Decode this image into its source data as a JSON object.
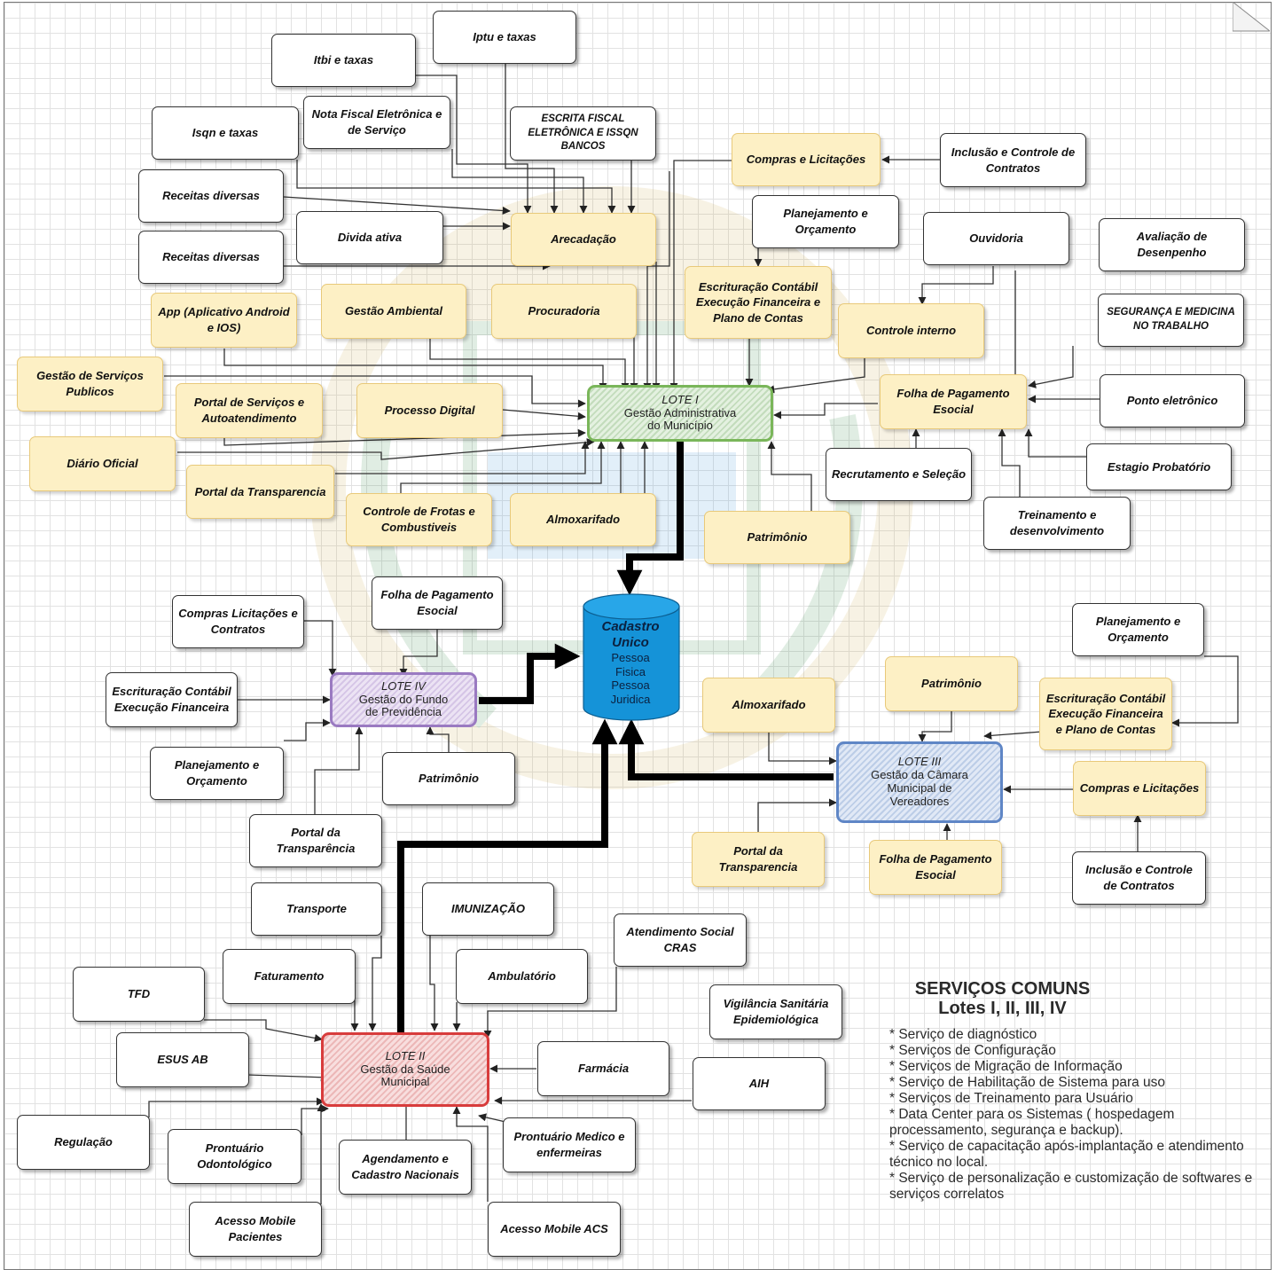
{
  "lotes": {
    "l1": {
      "title": "LOTE I",
      "sub1": "Gestão Administrativa",
      "sub2": "do Município"
    },
    "l2": {
      "title": "LOTE II",
      "sub1": "Gestão da Saúde",
      "sub2": "Municipal"
    },
    "l3": {
      "title": "LOTE III",
      "sub1": "Gestão da Câmara",
      "sub2": "Municipal de",
      "sub3": "Vereadores"
    },
    "l4": {
      "title": "LOTE IV",
      "sub1": "Gestão do Fundo",
      "sub2": "de Previdência"
    }
  },
  "cadastro": {
    "title1": "Cadastro",
    "title2": "Unico",
    "line1": "Pessoa",
    "line2": "Fisica",
    "line3": "Pessoa",
    "line4": "Juridica"
  },
  "nodes": {
    "iptu": "Iptu e taxas",
    "itbi": "Itbi e taxas",
    "nota_fiscal": "Nota Fiscal Eletrônica e de Serviço",
    "isqn": "Isqn e taxas",
    "escrita_fiscal": "ESCRITA FISCAL ELETRÔNICA E ISSQN BANCOS",
    "receitas1": "Receitas diversas",
    "receitas2": "Receitas diversas",
    "divida": "Divida ativa",
    "arrecadacao": "Arecadação",
    "compras_lic1": "Compras e Licitações",
    "inclusao1": "Inclusão e Controle de Contratos",
    "planejamento1": "Planejamento e Orçamento",
    "ouvidoria": "Ouvidoria",
    "avaliacao": "Avaliação de Desenpenho",
    "escrituracao1": "Escrituração Contábil Execução Financeira e Plano de Contas",
    "app": "App (Aplicativo Android e IOS)",
    "gestao_amb": "Gestão Ambiental",
    "procuradoria": "Procuradoria",
    "controle_int": "Controle interno",
    "seguranca": "SEGURANÇA E MEDICINA NO TRABALHO",
    "gestao_serv": "Gestão de Serviços Publicos",
    "portal_serv": "Portal de Serviços e Autoatendimento",
    "processo_dig": "Processo Digital",
    "folha1": "Folha de Pagamento Esocial",
    "ponto": "Ponto eletrônico",
    "diario": "Diário Oficial",
    "recrutamento": "Recrutamento e Seleção",
    "estagio": "Estagio Probatório",
    "portal_transp1": "Portal da Transparencia",
    "frotas": "Controle de Frotas e Combustiveis",
    "almox1": "Almoxarifado",
    "patrimonio1": "Patrimônio",
    "treinamento": "Treinamento e desenvolvimento",
    "compras_lic_contr": "Compras Licitações e Contratos",
    "folha4": "Folha de Pagamento Esocial",
    "escrituracao4": "Escrituração Contábil Execução Financeira",
    "planejamento4": "Planejamento e Orçamento",
    "patrimonio4": "Patrimônio",
    "portal_transp4": "Portal da Transparência",
    "planejamento3": "Planejamento e Orçamento",
    "patrimonio3": "Patrimônio",
    "escrituracao3": "Escrituração Contábil Execução Financeira e Plano de Contas",
    "almox3": "Almoxarifado",
    "compras_lic3": "Compras e Licitações",
    "portal_transp3": "Portal da Transparencia",
    "folha3": "Folha de Pagamento Esocial",
    "inclusao3": "Inclusão e Controle de Contratos",
    "transporte": "Transporte",
    "imunizacao": "IMUNIZAÇÃO",
    "atend_social": "Atendimento Social CRAS",
    "faturamento": "Faturamento",
    "ambulatorio": "Ambulatório",
    "tfd": "TFD",
    "vigilancia": "Vigilância Sanitária Epidemiológica",
    "esus": "ESUS AB",
    "farmacia": "Farmácia",
    "aih": "AIH",
    "regulacao": "Regulação",
    "pront_odonto": "Prontuário Odontológico",
    "agendamento": "Agendamento e Cadastro Nacionais",
    "pront_medico": "Prontuário Medico e enfermeiras",
    "acesso_pac": "Acesso Mobile Pacientes",
    "acesso_acs": "Acesso Mobile ACS"
  },
  "services": {
    "title1": "SERVIÇOS COMUNS",
    "title2": "Lotes I, II, III, IV",
    "items": [
      "* Serviço de diagnóstico",
      "* Serviços de Configuração",
      "* Serviços de Migração de Informação",
      "* Serviço de Habilitação de Sistema para uso",
      "* Serviços de Treinamento para Usuário",
      "* Data Center para os Sistemas ( hospedagem processamento, segurança e backup).",
      "* Serviço de capacitação após-implantação e atendimento técnico no local.",
      "* Serviço de personalização e customização de softwares e serviços correlatos"
    ]
  },
  "colors": {
    "module_fill": "#fdf0c5",
    "external_fill": "#ffffff",
    "lote1": "#7ab65a",
    "lote2": "#d83c3c",
    "lote3": "#5f86c6",
    "lote4": "#9a7ac1",
    "cylinder": "#1593d8"
  }
}
